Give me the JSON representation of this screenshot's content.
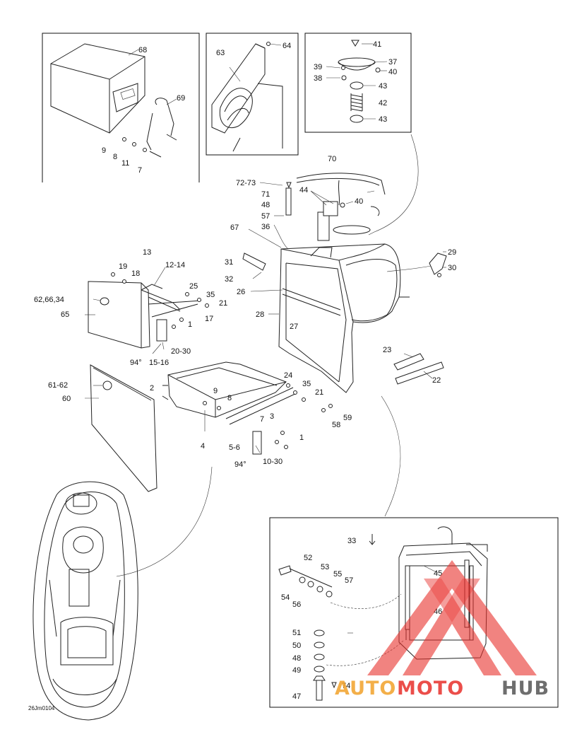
{
  "drawing_code": "26Jm0104",
  "logo": {
    "text_a": "AUTO",
    "text_b": "MOTO",
    "text_c": "HUB",
    "color_red": "#e8302b",
    "color_orange": "#f2a22a",
    "color_grey": "#555555"
  },
  "part_labels": [
    "68",
    "69",
    "9",
    "8",
    "11",
    "7",
    "63",
    "64",
    "41",
    "37",
    "39",
    "38",
    "40",
    "43",
    "42",
    "43",
    "70",
    "72-73",
    "71",
    "48",
    "57",
    "36",
    "44",
    "40",
    "67",
    "29",
    "30",
    "13",
    "19",
    "18",
    "12-14",
    "31",
    "32",
    "26",
    "25",
    "35",
    "21",
    "17",
    "1",
    "62,66,34",
    "65",
    "28",
    "27",
    "94°",
    "15-16",
    "20-30",
    "23",
    "22",
    "2",
    "24",
    "35",
    "21",
    "61-62",
    "60",
    "9",
    "8",
    "3",
    "7",
    "59",
    "58",
    "4",
    "1",
    "5-6",
    "10-30",
    "94°",
    "33",
    "52",
    "53",
    "55",
    "57",
    "54",
    "56",
    "45",
    "46",
    "51",
    "50",
    "48",
    "49",
    "74",
    "47"
  ]
}
